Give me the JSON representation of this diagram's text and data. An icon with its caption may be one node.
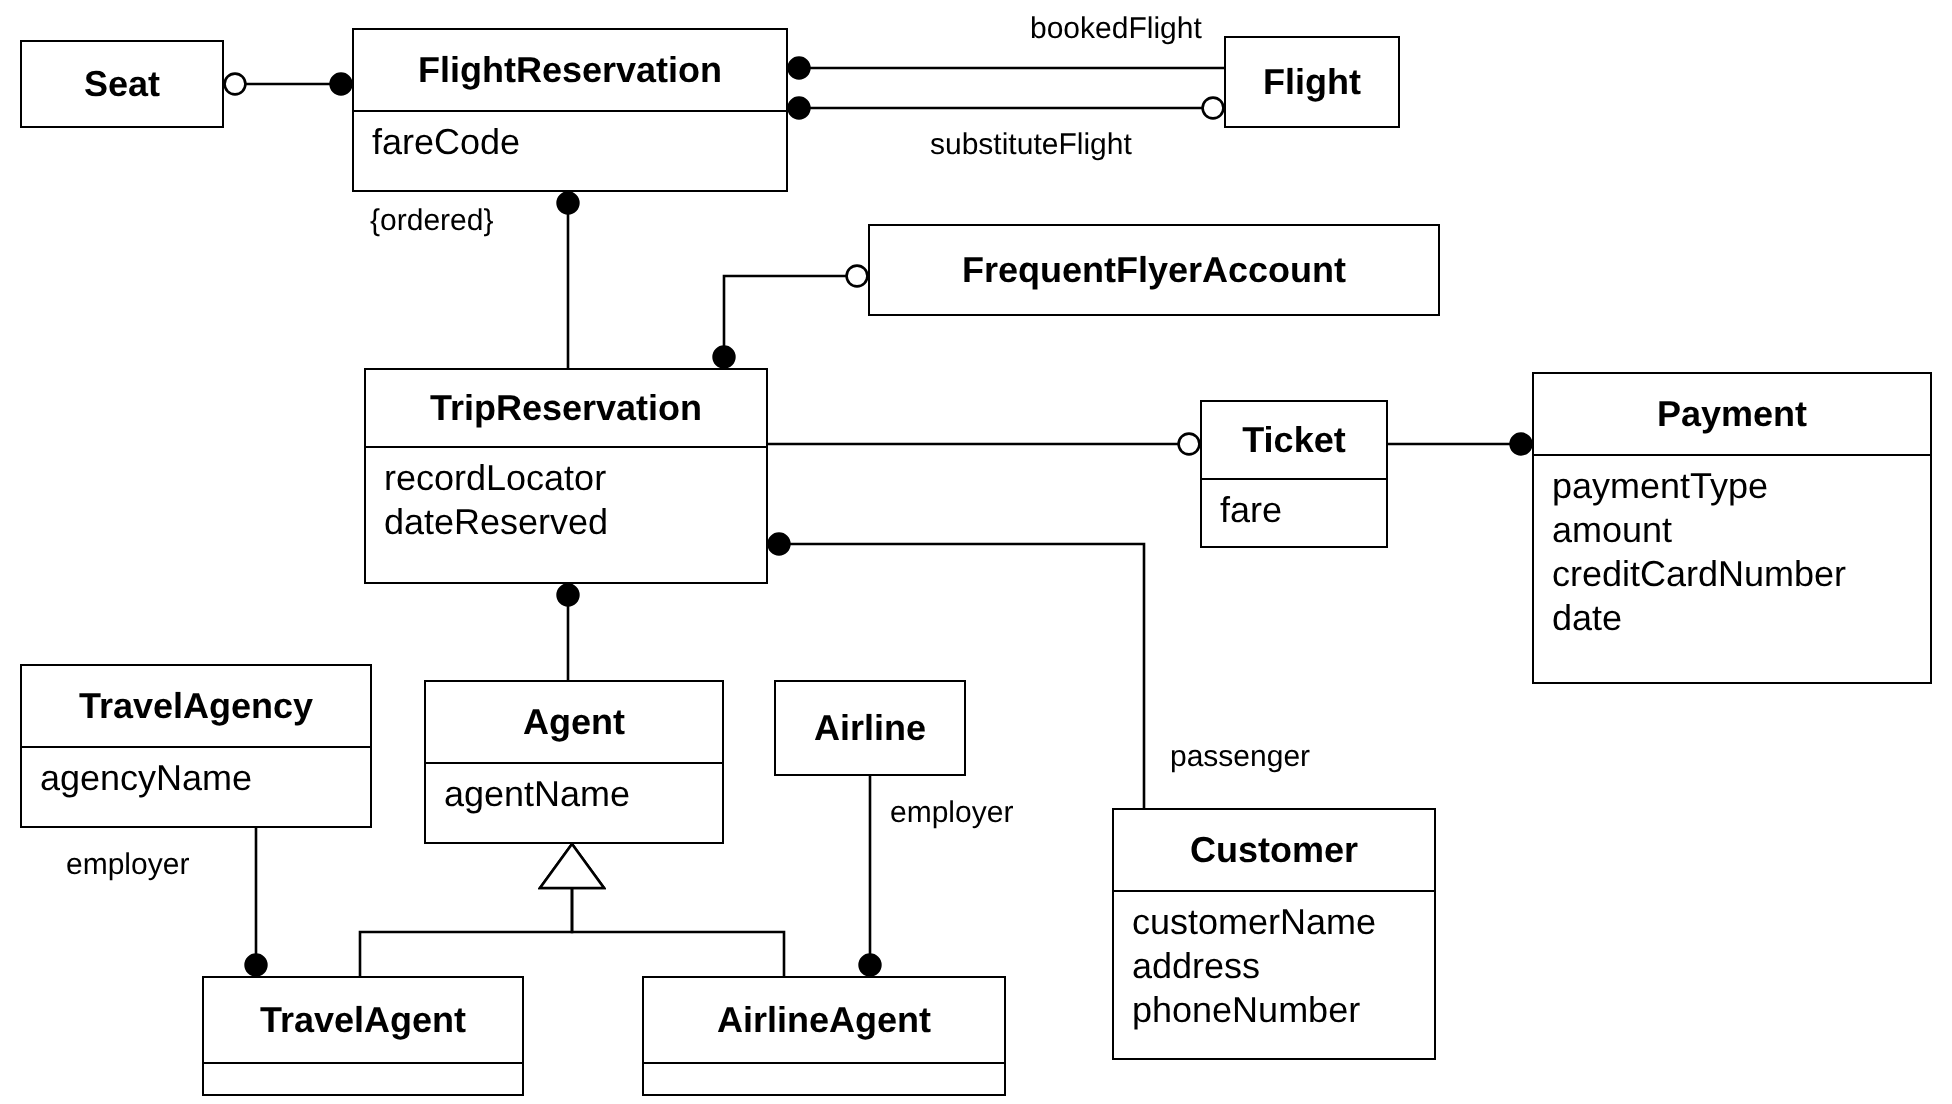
{
  "diagram": {
    "nodes": [
      {
        "text": [
          "Seat"
        ]
      },
      {
        "text": [
          "FlightReservation",
          "fareCode"
        ]
      },
      {
        "text": [
          "Flight"
        ]
      },
      {
        "text": [
          "FrequentFlyerAccount"
        ]
      },
      {
        "text": [
          "TripReservation",
          "recordLocator",
          "dateReserved"
        ]
      },
      {
        "text": [
          "Ticket",
          "fare"
        ]
      },
      {
        "text": [
          "Payment",
          "paymentType",
          "amount",
          "creditCardNumber",
          "date"
        ]
      },
      {
        "text": [
          "TravelAgency",
          "agencyName"
        ]
      },
      {
        "text": [
          "Agent",
          "agentName"
        ]
      },
      {
        "text": [
          "Airline"
        ]
      },
      {
        "text": [
          "Customer",
          "customerName",
          "address",
          "phoneNumber"
        ]
      },
      {
        "text": [
          "TravelAgent"
        ]
      },
      {
        "text": [
          "AirlineAgent"
        ]
      }
    ],
    "edges": [
      {
        "from": 0,
        "to": 1,
        "arrow": "other"
      },
      {
        "from": 1,
        "to": 2,
        "arrow": "other",
        "label": "bookedFlight"
      },
      {
        "from": 1,
        "to": 2,
        "arrow": "other",
        "label": "substituteFlight"
      },
      {
        "from": 1,
        "to": 4,
        "arrow": "other",
        "label": "{ordered}"
      },
      {
        "from": 4,
        "to": 3,
        "arrow": "other"
      },
      {
        "from": 4,
        "to": 5,
        "arrow": "other"
      },
      {
        "from": 5,
        "to": 6,
        "arrow": "other"
      },
      {
        "from": 4,
        "to": 10,
        "arrow": "other",
        "label": "passenger"
      },
      {
        "from": 4,
        "to": 8,
        "arrow": "other"
      },
      {
        "from": 7,
        "to": 11,
        "arrow": "other",
        "label": "employer"
      },
      {
        "from": 9,
        "to": 12,
        "arrow": "other",
        "label": "employer"
      },
      {
        "from": 11,
        "to": 8,
        "arrow": "to"
      },
      {
        "from": 12,
        "to": 8,
        "arrow": "to"
      }
    ]
  }
}
